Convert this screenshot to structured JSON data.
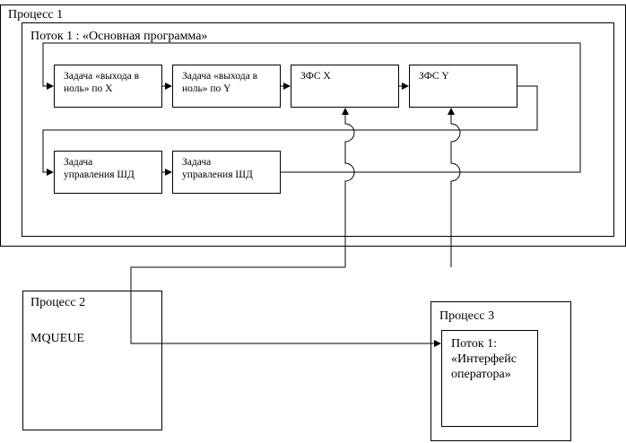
{
  "process1": {
    "title": "Процесс 1"
  },
  "thread1": {
    "title": "Поток 1 : «Основная программа»"
  },
  "tasks": {
    "home_x": [
      "Задача «выхода в",
      "ноль» по X"
    ],
    "home_y": [
      "Задача «выхода в",
      "ноль» по Y"
    ],
    "zfs_x": [
      "ЗФС X"
    ],
    "zfs_y": [
      "ЗФС Y"
    ],
    "sm_1": [
      "Задача",
      "управления ШД"
    ],
    "sm_2": [
      "Задача",
      "управления ШД"
    ]
  },
  "process2": {
    "title": "Процесс 2",
    "content": "MQUEUE"
  },
  "process3": {
    "title": "Процесс 3",
    "thread": [
      "Поток 1:",
      "«Интерфейс",
      "оператора»"
    ]
  }
}
